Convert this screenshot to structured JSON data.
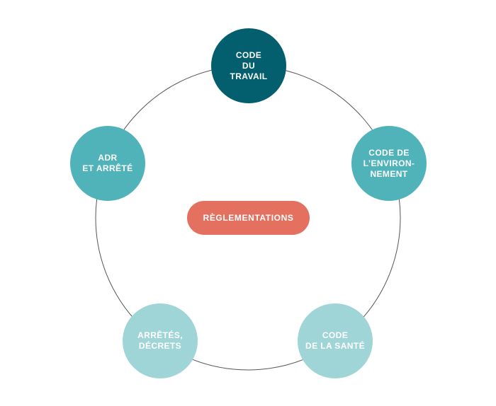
{
  "diagram": {
    "center": {
      "label": "RÈGLEMENTATIONS",
      "color": "#e4705f"
    },
    "nodes": [
      {
        "label": "CODE\nDU\nTRAVAIL",
        "color": "#035e6e"
      },
      {
        "label": "CODE DE\nL’ENVIRON-\nNEMENT",
        "color": "#4fb3b9"
      },
      {
        "label": "CODE\nDE LA SANTÉ",
        "color": "#a0d5d7"
      },
      {
        "label": "ARRÊTÉS,\nDÉCRETS",
        "color": "#a0d5d7"
      },
      {
        "label": "ADR\nET ARRÊTÉ",
        "color": "#4fb3b9"
      }
    ],
    "ring_color": "#555555"
  }
}
